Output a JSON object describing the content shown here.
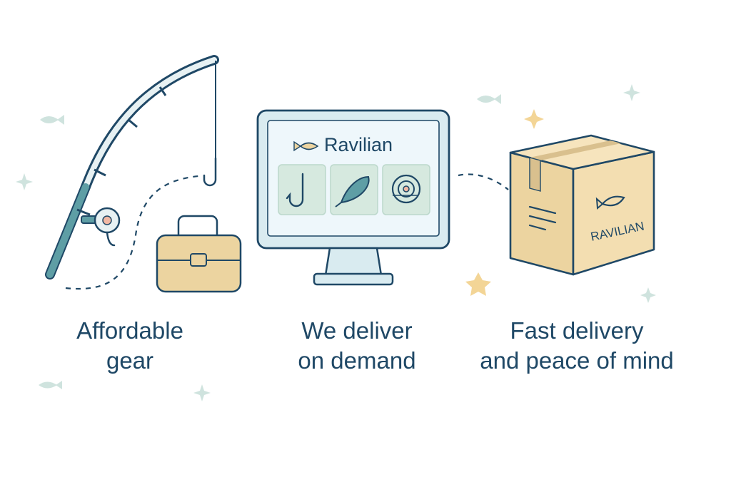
{
  "steps": [
    {
      "line1": "Affordable",
      "line2": "gear"
    },
    {
      "line1": "We deliver",
      "line2": "on demand"
    },
    {
      "line1": "Fast delivery",
      "line2": "and peace of mind"
    }
  ],
  "screen": {
    "brand": "Ravilian",
    "tiles": [
      "hook-icon",
      "lure-icon",
      "reel-icon"
    ]
  },
  "box": {
    "label": "RAVILIAN"
  },
  "colors": {
    "navy": "#1f4866",
    "teal": "#5e9ea5",
    "sand": "#ecd4a0",
    "mint": "#d9ebe2",
    "screen": "#eef7fb",
    "star": "#f3d596"
  }
}
